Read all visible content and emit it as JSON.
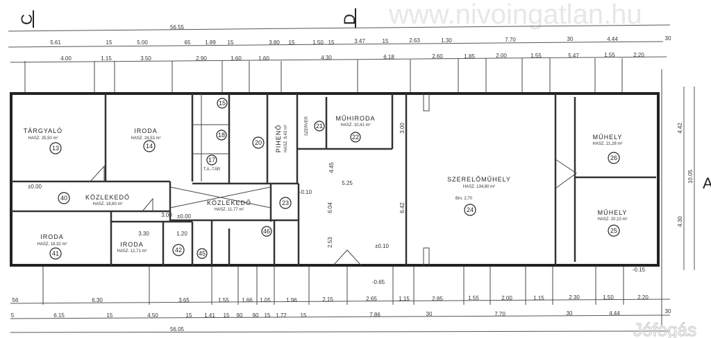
{
  "axes": {
    "c": "C",
    "d": "D",
    "a": "A"
  },
  "dimensions": {
    "top_overall": "56.55",
    "top_row1": [
      "5.61",
      "15",
      "5.00",
      "65",
      "1.89",
      "15",
      "3.80",
      "15",
      "1.50",
      "15",
      "3.47",
      "15",
      "2.63",
      "1.30",
      "7.70",
      "30",
      "4.44",
      "30"
    ],
    "top_row2": [
      "4.00",
      "1.15",
      "3.50",
      "2.90",
      "1.60",
      "1.60",
      "4.30",
      "6.18",
      "2.60",
      "1.85",
      "2.00",
      "1.55",
      "5.47",
      "1.55",
      "2.20"
    ],
    "bottom_row1": [
      "56",
      "6.30",
      "3.65",
      "1.55",
      "1.66",
      "1.05",
      "1.96",
      "2.15",
      "2.65",
      "1.15",
      "2.85",
      "1.55",
      "2.00",
      "1.15",
      "2.30",
      "1.50",
      "2.20"
    ],
    "bottom_row2": [
      "5",
      "6.15",
      "15",
      "4.50",
      "15",
      "1.41",
      "15",
      "90",
      "90",
      "15",
      "1.72",
      "15",
      "7.86",
      "30",
      "7.70",
      "30",
      "4.44",
      "30"
    ],
    "bottom_overall": "56.05",
    "right": [
      "4.42",
      "10.05",
      "4.30"
    ],
    "internal": [
      "5.25",
      "4.45",
      "6.04",
      "6.42",
      "3.00",
      "2.53",
      "3.30",
      "1.20",
      "3.00"
    ]
  },
  "levels": [
    "±0.00",
    "±0.00",
    "-0.10",
    "-0.65",
    "-0.15",
    "±0.10"
  ],
  "rooms": {
    "r13": {
      "num": "13",
      "name": "TÁRGYALÓ",
      "area": "HASZ. 25,50 m²"
    },
    "r14": {
      "num": "14",
      "name": "IRODA",
      "area": "HASZ. 24,53 m²"
    },
    "r40": {
      "num": "40",
      "name": "KÖZLEKEDŐ",
      "area": "HASZ. 18,60 m²"
    },
    "r41": {
      "num": "41",
      "name": "IRODA",
      "area": "HASZ. 18,32 m²"
    },
    "r43": {
      "name": "IRODA",
      "area": "HASZ. 12,71 m²"
    },
    "r42": {
      "num": "42"
    },
    "r45": {
      "num": "45"
    },
    "r15": {
      "num": "15"
    },
    "r18": {
      "num": "18"
    },
    "r17": {
      "num": "17",
      "name": "T.A.-TÁR"
    },
    "r20": {
      "num": "20"
    },
    "pihen": {
      "name": "PIHENŐ",
      "area": "HASZ. 8,43 m²"
    },
    "r21": {
      "num": "21",
      "name": "SZERVER"
    },
    "r22": {
      "num": "22",
      "name": "MŰHIRODA",
      "area": "HASZ. 10,41 m²"
    },
    "r23": {
      "num": "23"
    },
    "kozl2": {
      "name": "KÖZLEKEDŐ",
      "area": "HASZ. 11,77 m²"
    },
    "r46": {
      "num": "46"
    },
    "r24": {
      "num": "24",
      "name": "SZERELŐMŰHELY",
      "area": "HASZ. 134,80 m²",
      "height": "Bm. 2,70"
    },
    "r26": {
      "num": "26",
      "name": "MŰHELY",
      "area": "HASZ. 21,28 m²"
    },
    "r25": {
      "num": "25",
      "name": "MŰHELY",
      "area": "HASZ. 20,10 m²"
    }
  },
  "watermark": "www.nivoingatlan.hu",
  "logo": "Jófogás"
}
